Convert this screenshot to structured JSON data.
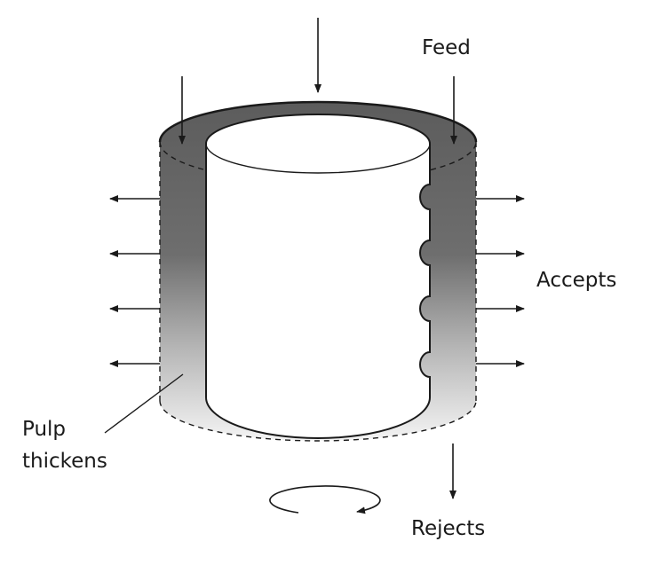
{
  "labels": {
    "feed": "Feed",
    "accepts": "Accepts",
    "pulp_line1": "Pulp",
    "pulp_line2": "thickens",
    "rejects": "Rejects"
  },
  "colors": {
    "ink": "#1a1a1a",
    "pulp_dark": "#5c5c5c",
    "pulp_light": "#f4f4f4",
    "background": "#ffffff"
  }
}
